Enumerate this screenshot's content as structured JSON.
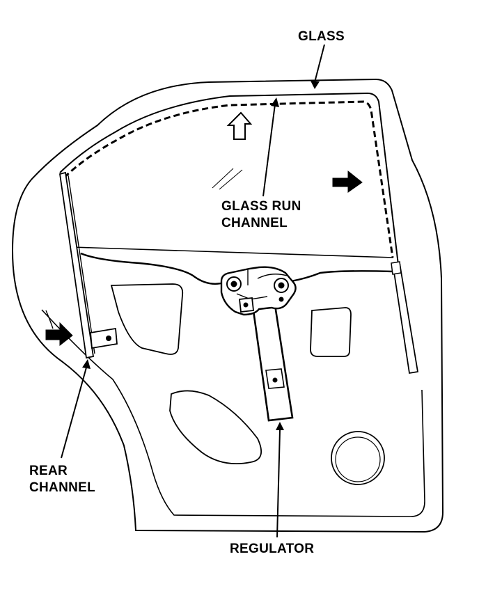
{
  "labels": {
    "glass": "GLASS",
    "glass_run_channel_line1": "GLASS RUN",
    "glass_run_channel_line2": "CHANNEL",
    "rear_channel_line1": "REAR",
    "rear_channel_line2": "CHANNEL",
    "regulator": "REGULATOR"
  },
  "colors": {
    "ink": "#000000",
    "paper": "#ffffff"
  }
}
